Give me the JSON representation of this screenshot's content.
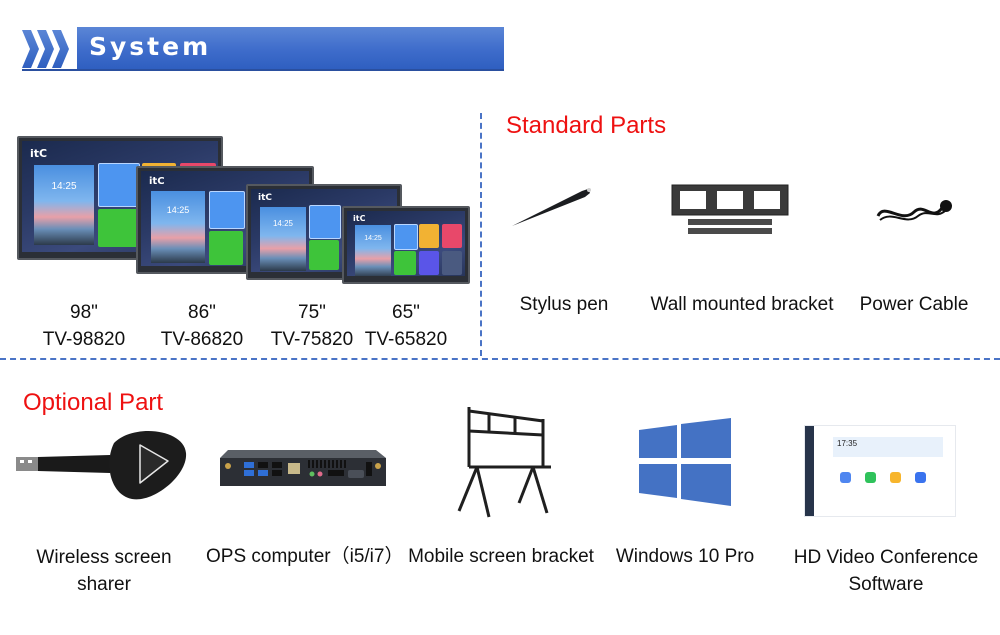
{
  "header": {
    "title": "System",
    "color": "#3e6ccb"
  },
  "displays": {
    "brand_logo": "itC",
    "screen_clock": "14:25",
    "models": [
      {
        "size": "98\"",
        "model": "TV-98820"
      },
      {
        "size": "86\"",
        "model": "TV-86820"
      },
      {
        "size": "75\"",
        "model": "TV-75820"
      },
      {
        "size": "65\"",
        "model": "TV-65820"
      }
    ]
  },
  "standard_parts": {
    "title": "Standard Parts",
    "items": [
      {
        "label": "Stylus pen",
        "icon": "stylus-pen-icon"
      },
      {
        "label": "Wall mounted bracket",
        "icon": "wall-bracket-icon"
      },
      {
        "label": "Power Cable",
        "icon": "power-cable-icon"
      }
    ]
  },
  "optional_parts": {
    "title": "Optional Part",
    "items": [
      {
        "label_line1": "Wireless screen",
        "label_line2": "sharer",
        "icon": "wireless-dongle-icon"
      },
      {
        "label_line1": "OPS computer（i5/i7）",
        "label_line2": "",
        "icon": "ops-computer-icon"
      },
      {
        "label_line1": "Mobile screen bracket",
        "label_line2": "",
        "icon": "mobile-stand-icon"
      },
      {
        "label_line1": "Windows 10 Pro",
        "label_line2": "",
        "icon": "windows-logo-icon"
      },
      {
        "label_line1": "HD Video Conference",
        "label_line2": "Software",
        "icon": "video-conference-app-icon"
      }
    ],
    "conference_app_clock": "17:35"
  },
  "colors": {
    "section_title": "#ee1111",
    "divider": "#4a74c6",
    "windows_blue": "#4472c4"
  }
}
